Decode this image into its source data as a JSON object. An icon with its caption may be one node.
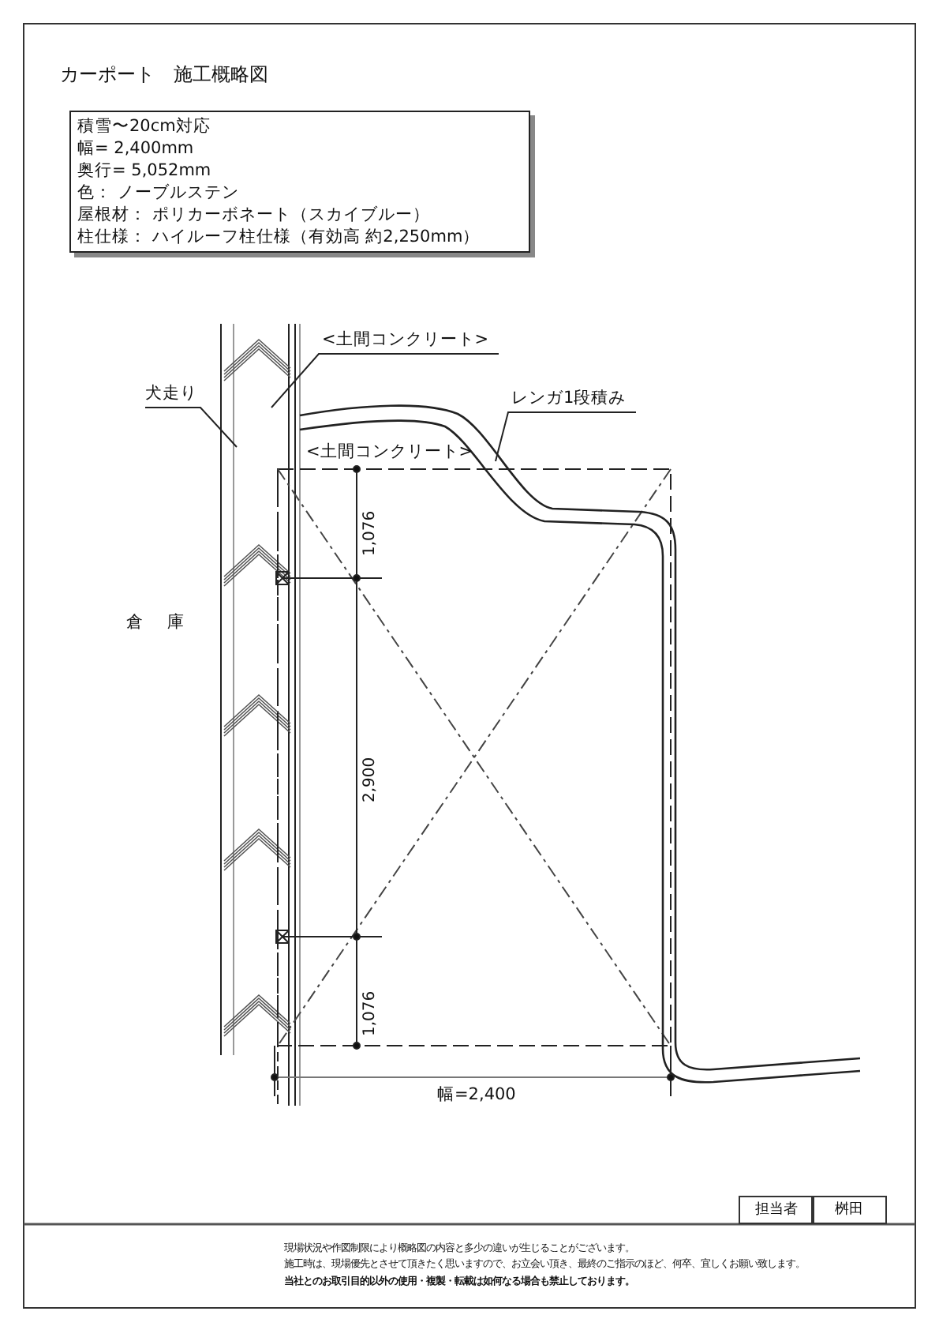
{
  "diagram": {
    "title": "カーポート　施工概略図",
    "nodes": [
      {
        "text": [
          "積雪〜20cm対応",
          "幅= 2,400mm",
          "奥行= 5,052mm",
          "色： ノーブルステン",
          "屋根材： ポリカーボネート（スカイブルー）",
          "柱仕様： ハイルーフ柱仕様（有効高 約2,250mm）"
        ]
      },
      {
        "text": [
          "犬走り"
        ]
      },
      {
        "text": [
          "<土間コンクリート>"
        ]
      },
      {
        "text": [
          "レンガ1段積み"
        ]
      }
    ],
    "edges": [
      {
        "from": 1,
        "to": null,
        "arrow": "none"
      },
      {
        "from": 2,
        "to": null,
        "arrow": "none"
      },
      {
        "from": 3,
        "to": null,
        "arrow": "none"
      }
    ],
    "labels": [
      "倉　庫",
      "<土間コンクリート>",
      "1,076",
      "2,900",
      "1,076",
      "幅=2,400",
      "担当者",
      "桝田",
      "現場状況や作図制限により概略図の内容と多少の違いが生じることがございます。",
      "施工時は、現場優先とさせて頂きたく思いますので、お立会い頂き、最終のご指示のほど、何卒、宜しくお願い致します。",
      "当社とのお取引目的以外の使用・複製・転載は如何なる場合も禁止しております。"
    ]
  }
}
